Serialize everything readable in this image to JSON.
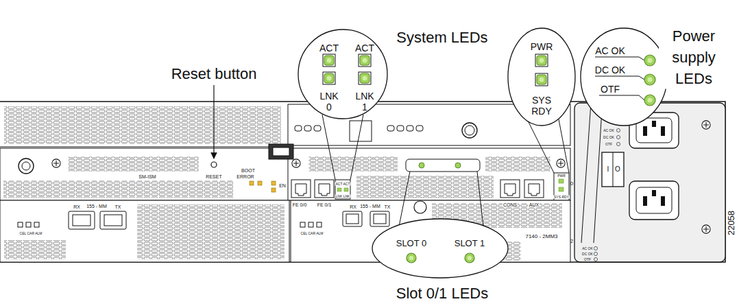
{
  "diagram": {
    "nodes": [
      {
        "text": [
          "ACT",
          "ACT",
          "LNK 0",
          "LNK 1"
        ]
      },
      {
        "text": [
          "PWR",
          "SYS RDY"
        ]
      },
      {
        "text": [
          "AC OK",
          "DC OK",
          "OTF"
        ]
      },
      {
        "text": [
          "SLOT 0",
          "SLOT 1"
        ]
      }
    ],
    "labels": [
      "Reset button",
      "System LEDs",
      "Power supply LEDs",
      "Slot 0/1 LEDs",
      "SM-ISM",
      "RESET",
      "BOOT",
      "ERROR",
      "EN",
      "FE 0/0",
      "FE 0/1",
      "ACT ACT",
      "LNK LNK",
      "RX",
      "155 - MM",
      "TX",
      "CEL CAR ALM",
      "RX",
      "155 - MM",
      "TX",
      "CEL CAR ALM",
      "CONS",
      "AUX",
      "7140 - 2MM3",
      "PWR",
      "SYS RDY",
      "0",
      "2",
      "AC OK",
      "DC OK",
      "OTF",
      "I",
      "O",
      "AC OK",
      "DC OK",
      "OTF",
      "22058"
    ]
  }
}
